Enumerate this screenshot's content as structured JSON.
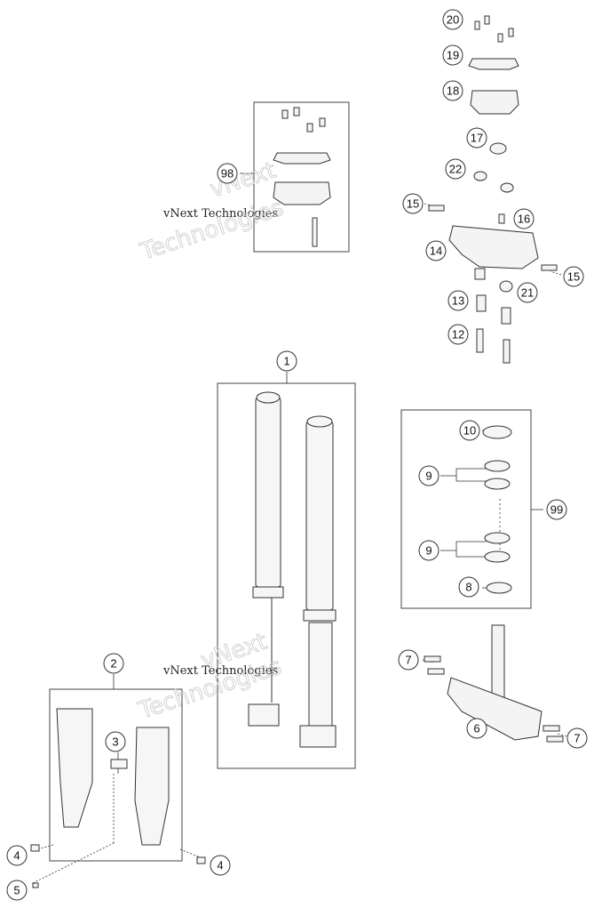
{
  "callouts": {
    "c1": "1",
    "c2": "2",
    "c3": "3",
    "c4a": "4",
    "c4b": "4",
    "c5": "5",
    "c6": "6",
    "c7a": "7",
    "c7b": "7",
    "c8": "8",
    "c9a": "9",
    "c9b": "9",
    "c10": "10",
    "c12": "12",
    "c13": "13",
    "c14": "14",
    "c15a": "15",
    "c15b": "15",
    "c16": "16",
    "c17": "17",
    "c18": "18",
    "c19": "19",
    "c20": "20",
    "c21": "21",
    "c22": "22",
    "c98": "98",
    "c99": "99"
  },
  "watermark": {
    "line1": "vNext",
    "line2": "vNext Technologies",
    "line3": "Technologies"
  },
  "colors": {
    "ink": "#222222",
    "part_fill": "#f4f4f4",
    "part_shade": "#555555",
    "watermark": "#c9c9c9"
  }
}
